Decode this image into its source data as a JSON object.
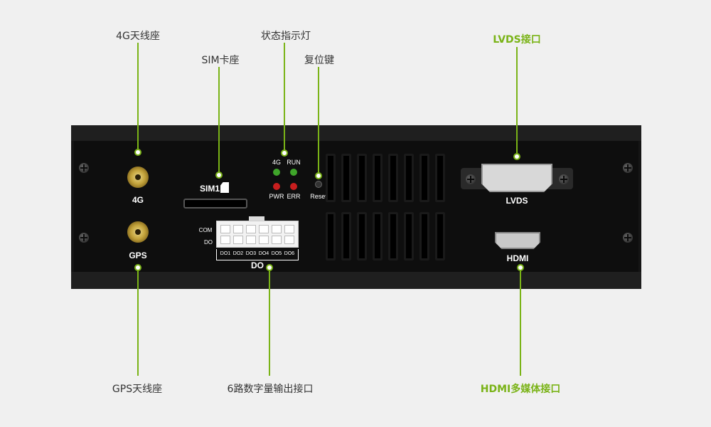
{
  "labels": {
    "antenna_4g": "4G天线座",
    "sim_slot": "SIM卡座",
    "status_led": "状态指示灯",
    "reset_key": "复位键",
    "lvds_port": "LVDS接口",
    "gps_antenna": "GPS天线座",
    "digital_output": "6路数字量输出接口",
    "hdmi_port": "HDMI多媒体接口"
  },
  "panel_text": {
    "port_4g": "4G",
    "port_gps": "GPS",
    "sim": "SIM1",
    "led_4g": "4G",
    "led_run": "RUN",
    "led_pwr": "PWR",
    "led_err": "ERR",
    "reset": "Reset",
    "com": "COM",
    "do_row": "DO",
    "do_pins": [
      "DO1",
      "DO2",
      "DO3",
      "DO4",
      "DO5",
      "DO6"
    ],
    "do_label": "DO",
    "lvds": "LVDS",
    "hdmi": "HDMI"
  },
  "colors": {
    "callout_line": "#7ab317",
    "highlight_text": "#7ab317",
    "led_green": "#3fa52a",
    "led_red": "#c81e1e",
    "chassis": "#151515"
  }
}
